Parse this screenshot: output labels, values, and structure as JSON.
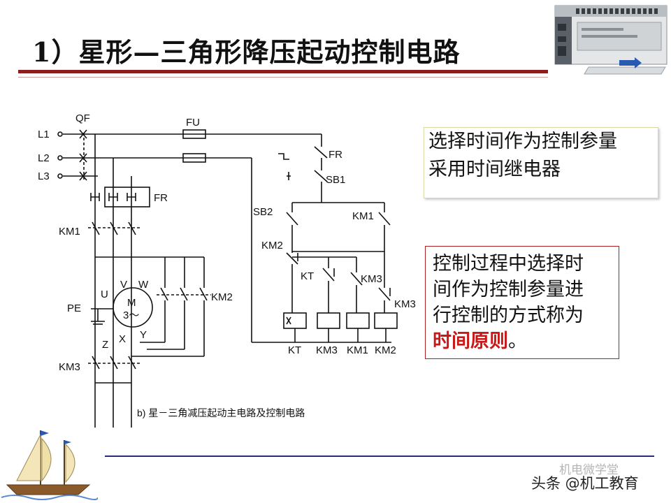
{
  "slide": {
    "title": "1）星形—三角形降压起动控制电路",
    "caption": "b) 星－三角减压起动主电路及控制电路",
    "note_box": {
      "lines": [
        "选择时间作为控制参量",
        "采用时间继电器"
      ]
    },
    "principle_box": {
      "lines": [
        "控制过程中选择时",
        "间作为控制参量进",
        "行控制的方式称为"
      ],
      "highlight": "时间原则",
      "suffix": "。"
    },
    "watermark_faint": "机电微学堂",
    "watermark": "头条 @机工教育"
  },
  "diagram": {
    "labels": {
      "qf": "QF",
      "l1": "L1",
      "l2": "L2",
      "l3": "L3",
      "fu": "FU",
      "fr_main": "FR",
      "km1_main": "KM1",
      "u": "U",
      "v": "V",
      "w": "W",
      "pe": "PE",
      "motor_m": "M",
      "motor_3": "3～",
      "x": "X",
      "y": "Y",
      "z": "Z",
      "km2_main": "KM2",
      "km3_main": "KM3",
      "fr_ctrl": "FR",
      "sb1": "SB1",
      "sb2": "SB2",
      "km2_ctrl": "KM2",
      "km1_ctrl": "KM1",
      "kt_ctrl": "KT",
      "km3_ctrl_a": "KM3",
      "km3_ctrl_b": "KM3",
      "coil_kt": "KT",
      "coil_km3": "KM3",
      "coil_km1": "KM1",
      "coil_km2": "KM2"
    }
  },
  "colors": {
    "title_rule": "#8b1e1e",
    "principle_border": "#b02020",
    "highlight": "#c81818",
    "bottom_rule": "#2a2a7a"
  }
}
